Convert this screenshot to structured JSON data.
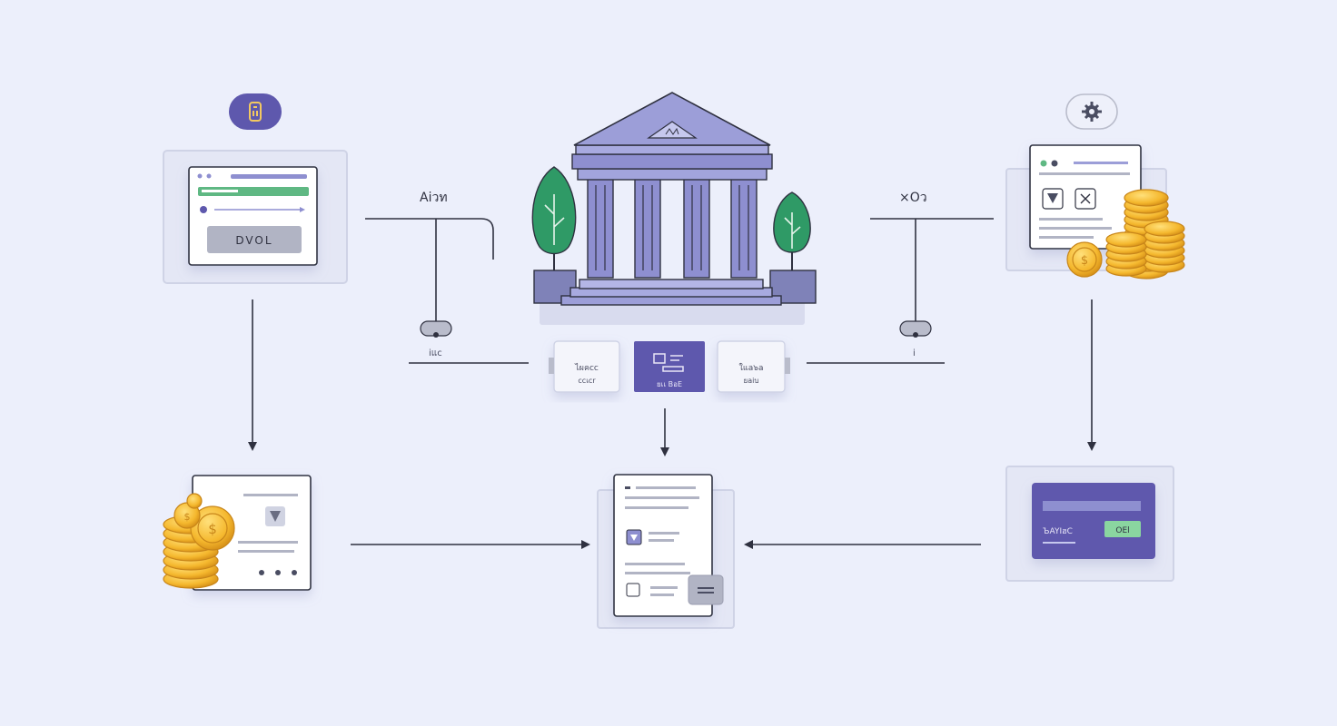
{
  "labels": {
    "left_connector": "Aiวท",
    "right_connector": "×Oว",
    "top_left_button": "DVOL",
    "left_stub_label": "iแc",
    "right_stub_label": "i",
    "left_tab_line1": "ไผคcc",
    "left_tab_line2": "ccเcr",
    "center_tab": "ยเเ BอE",
    "right_tab_line1": "ใแa๖a",
    "right_tab_line2": "ยaiบ",
    "card_label": "ЪAYIฮC",
    "card_badge": "OEl"
  },
  "icons": {
    "top_left_badge": "phone-icon",
    "top_right_badge": "gear-icon",
    "bank": "bank-building-icon"
  },
  "colors": {
    "background": "#eceffb",
    "accent_purple": "#5e58ad",
    "panel_border": "#2f3140",
    "green": "#5fb883",
    "gold": "#f5b82e",
    "building": "#8e8fd0",
    "tree": "#2f9a66"
  }
}
